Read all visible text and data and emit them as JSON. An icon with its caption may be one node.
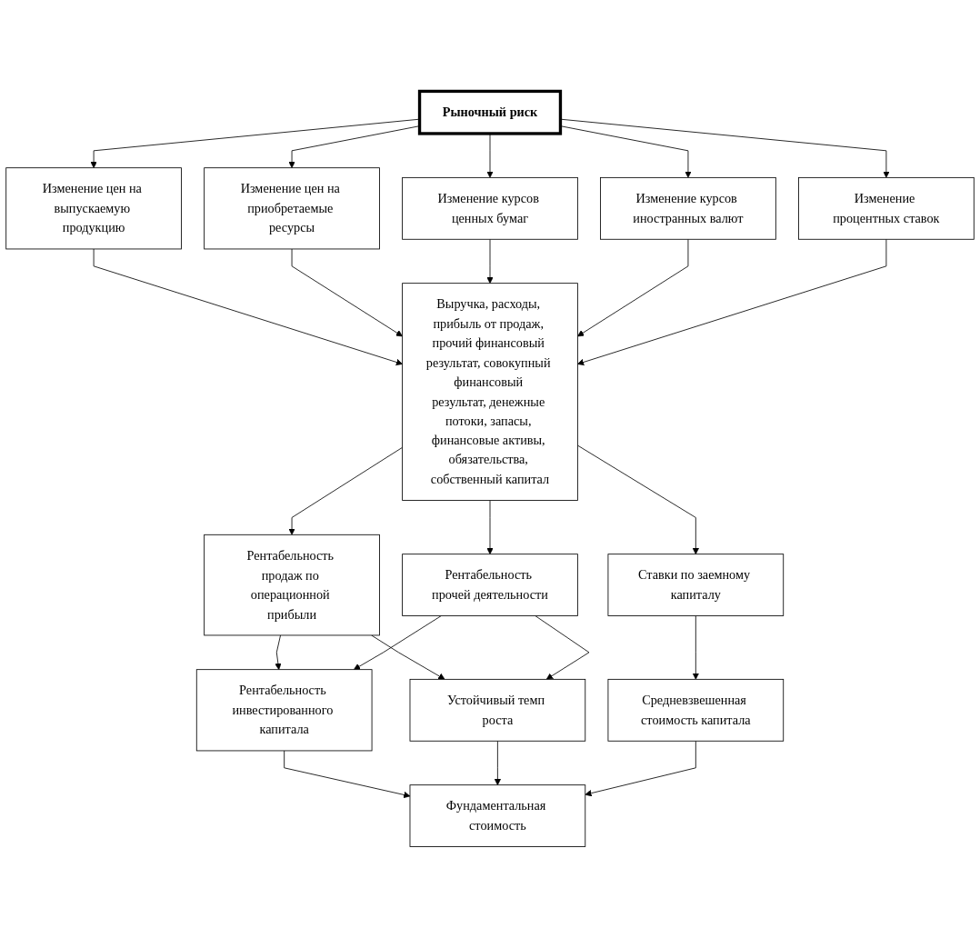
{
  "diagram": {
    "nodes": [
      {
        "text": [
          "Рыночный риск"
        ]
      },
      {
        "text": [
          "Изменение цен на выпускаемую продукцию"
        ]
      },
      {
        "text": [
          "Изменение цен на приобретаемые ресурсы"
        ]
      },
      {
        "text": [
          "Изменение курсов ценных бумаг"
        ]
      },
      {
        "text": [
          "Изменение курсов иностранных валют"
        ]
      },
      {
        "text": [
          "Изменение процентных ставок"
        ]
      },
      {
        "text": [
          "Выручка, расходы, прибыль от продаж, прочий финансовый результат, совокупный финансовый результат, денежные потоки, запасы, финансовые активы, обязательства, собственный капитал"
        ]
      },
      {
        "text": [
          "Рентабельность продаж по операционной прибыли"
        ]
      },
      {
        "text": [
          "Рентабельность прочей деятельности"
        ]
      },
      {
        "text": [
          "Ставки по заемному капиталу"
        ]
      },
      {
        "text": [
          "Рентабельность инвестированного капитала"
        ]
      },
      {
        "text": [
          "Устойчивый темп роста"
        ]
      },
      {
        "text": [
          "Средневзвешенная стоимость капитала"
        ]
      },
      {
        "text": [
          "Фундаментальная стоимость"
        ]
      }
    ],
    "edges": [
      {
        "from": 0,
        "to": 1,
        "arrow": "to"
      },
      {
        "from": 0,
        "to": 2,
        "arrow": "to"
      },
      {
        "from": 0,
        "to": 3,
        "arrow": "to"
      },
      {
        "from": 0,
        "to": 4,
        "arrow": "to"
      },
      {
        "from": 0,
        "to": 5,
        "arrow": "to"
      },
      {
        "from": 1,
        "to": 6,
        "arrow": "to"
      },
      {
        "from": 2,
        "to": 6,
        "arrow": "to"
      },
      {
        "from": 3,
        "to": 6,
        "arrow": "to"
      },
      {
        "from": 4,
        "to": 6,
        "arrow": "to"
      },
      {
        "from": 5,
        "to": 6,
        "arrow": "to"
      },
      {
        "from": 6,
        "to": 7,
        "arrow": "to"
      },
      {
        "from": 6,
        "to": 8,
        "arrow": "to"
      },
      {
        "from": 6,
        "to": 9,
        "arrow": "to"
      },
      {
        "from": 7,
        "to": 10,
        "arrow": "to"
      },
      {
        "from": 7,
        "to": 11,
        "arrow": "to"
      },
      {
        "from": 8,
        "to": 10,
        "arrow": "to"
      },
      {
        "from": 8,
        "to": 11,
        "arrow": "to"
      },
      {
        "from": 9,
        "to": 12,
        "arrow": "to"
      },
      {
        "from": 10,
        "to": 13,
        "arrow": "to"
      },
      {
        "from": 11,
        "to": 13,
        "arrow": "to"
      },
      {
        "from": 12,
        "to": 13,
        "arrow": "to"
      }
    ]
  }
}
